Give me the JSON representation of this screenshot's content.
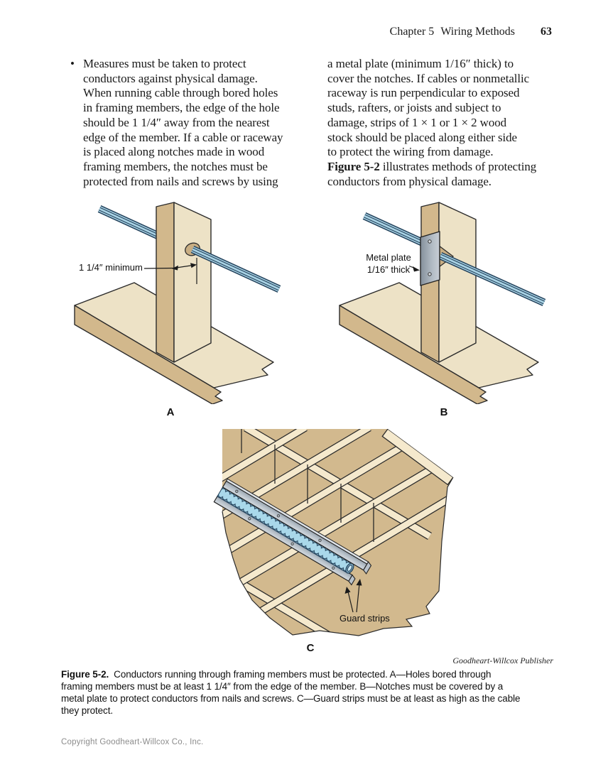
{
  "header": {
    "chapter": "Chapter 5",
    "title": "Wiring Methods",
    "page_number": "63"
  },
  "body": {
    "bullet": "•",
    "left_lines": [
      "Measures must be taken to protect",
      "conductors against physical damage.",
      "When running cable through bored holes",
      "in framing members, the edge of the hole",
      "should be 1 1/4″ away from the nearest",
      "edge of the member. If a cable or raceway",
      "is placed along notches made in wood",
      "framing members, the notches must be",
      "protected from nails and screws by using"
    ],
    "right_lines": [
      "a metal plate (minimum 1/16″ thick) to",
      "cover the notches. If cables or nonmetallic",
      "raceway is run perpendicular to exposed",
      "studs, rafters, or joists and subject to",
      "damage, strips of 1 × 1 or 1 × 2 wood",
      "stock should be placed along either side",
      "to protect the wiring from damage."
    ],
    "figure_ref_bold": "Figure 5-2",
    "figure_ref_rest": " illustrates methods of protecting",
    "right_last_line": "conductors from physical damage."
  },
  "figures": {
    "a": {
      "letter": "A",
      "annotation": "1 1/4″ minimum"
    },
    "b": {
      "letter": "B",
      "annotation_line1": "Metal plate",
      "annotation_line2": "1/16″ thick"
    },
    "c": {
      "letter": "C",
      "annotation": "Guard strips"
    }
  },
  "credit": "Goodheart-Willcox Publisher",
  "caption": {
    "label": "Figure 5-2.",
    "first_line": "Conductors running through framing members must be protected. A—Holes bored through",
    "line2": "framing members must be at least 1 1/4″ from the edge of the member. B—Notches must be covered by a",
    "line3": "metal plate to protect conductors from nails and screws. C—Guard strips must be at least as high as the cable",
    "line4": "they protect."
  },
  "footer": "Copyright Goodheart-Willcox Co., Inc.",
  "illustration_colors": {
    "wood_face": "#EDE2C6",
    "wood_side": "#D2B88C",
    "wood_cut": "#C9AE83",
    "cable_blue": "#A8D2E4",
    "cable_outline": "#24425C",
    "metal_light": "#C9CFD6",
    "metal_dark": "#848F9B",
    "floor_tan": "#D2B98E",
    "joist_cream": "#F5E9CD"
  }
}
